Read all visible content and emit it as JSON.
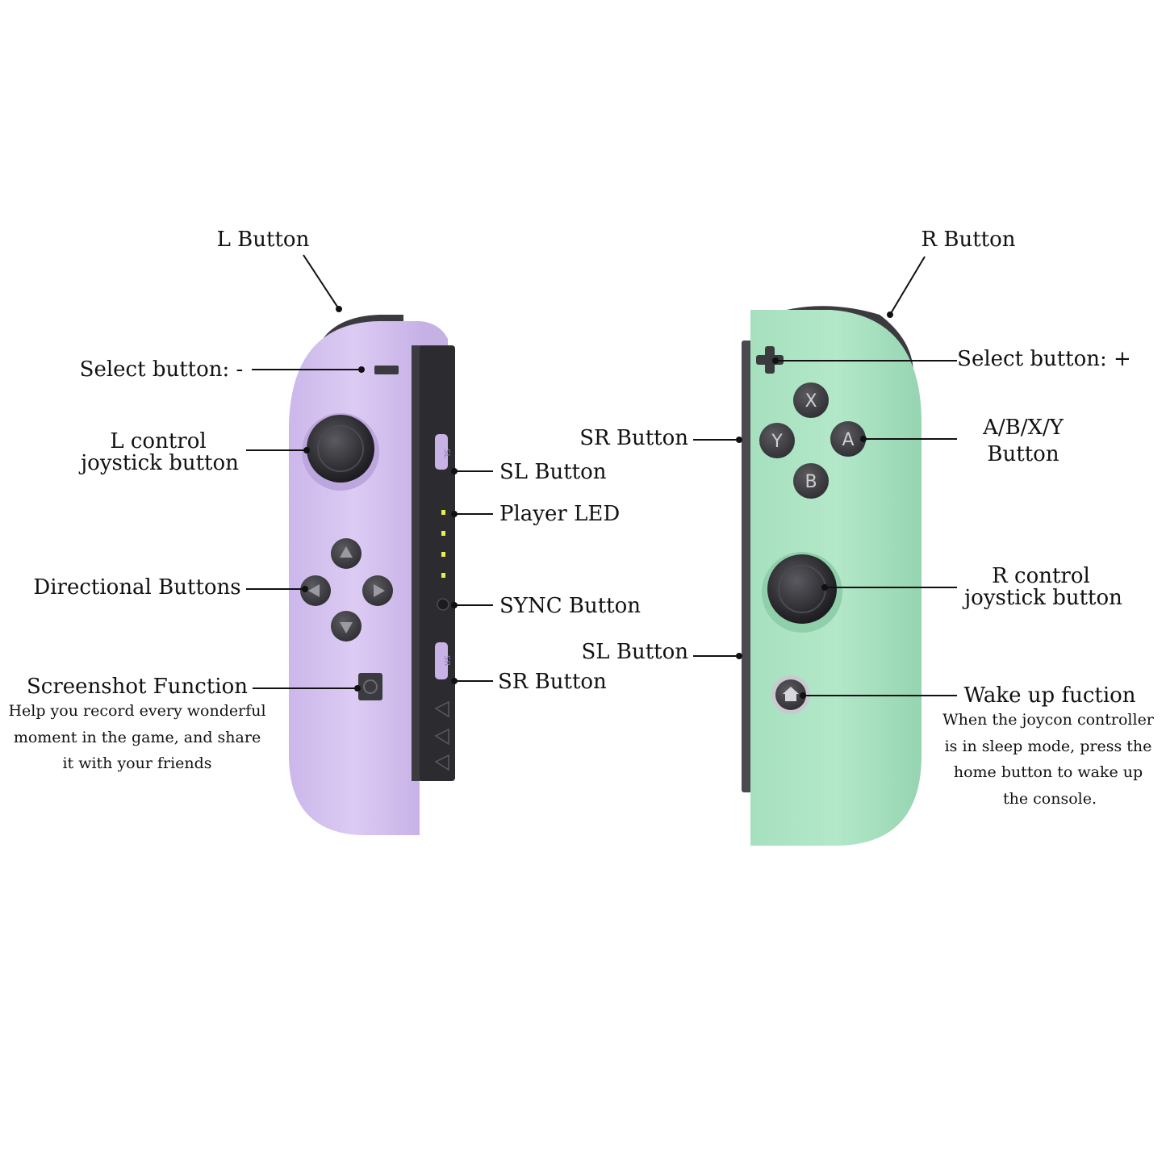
{
  "colors": {
    "left_body": "#d8c6f0",
    "left_body_shade": "#c3aee3",
    "right_body": "#a9e2c1",
    "right_body_shade": "#93d2ae",
    "rail": "#2e2e33",
    "button_dark": "#3e3e42",
    "led": "#e8ee4a"
  },
  "icons": {
    "home": "home-icon",
    "screenshot": "screenshot-icon"
  },
  "labels": {
    "l_button": "L Button",
    "select_minus": "Select button: -",
    "l_stick_line1": "L control",
    "l_stick_line2": "joystick button",
    "directional": "Directional Buttons",
    "screenshot_title": "Screenshot Function",
    "screenshot_desc1": "Help you record every wonderful",
    "screenshot_desc2": "moment in the game, and share",
    "screenshot_desc3": "it with your friends",
    "left_sl": "SL Button",
    "player_led": "Player LED",
    "sync": "SYNC Button",
    "left_sr": "SR Button",
    "r_button": "R Button",
    "select_plus": "Select button: +",
    "abxy_line1": "A/B/X/Y",
    "abxy_line2": "Button",
    "right_sr": "SR Button",
    "right_sl": "SL Button",
    "r_stick_line1": "R control",
    "r_stick_line2": "joystick button",
    "wake_title": "Wake up fuction",
    "wake_desc1": "When the joycon controller",
    "wake_desc2": "is in sleep mode, press the",
    "wake_desc3": "home button to wake up",
    "wake_desc4": "the console."
  },
  "controller": {
    "face_buttons": {
      "x": "X",
      "y": "Y",
      "a": "A",
      "b": "B"
    },
    "rail_sl": "SL",
    "rail_sr": "SR"
  }
}
